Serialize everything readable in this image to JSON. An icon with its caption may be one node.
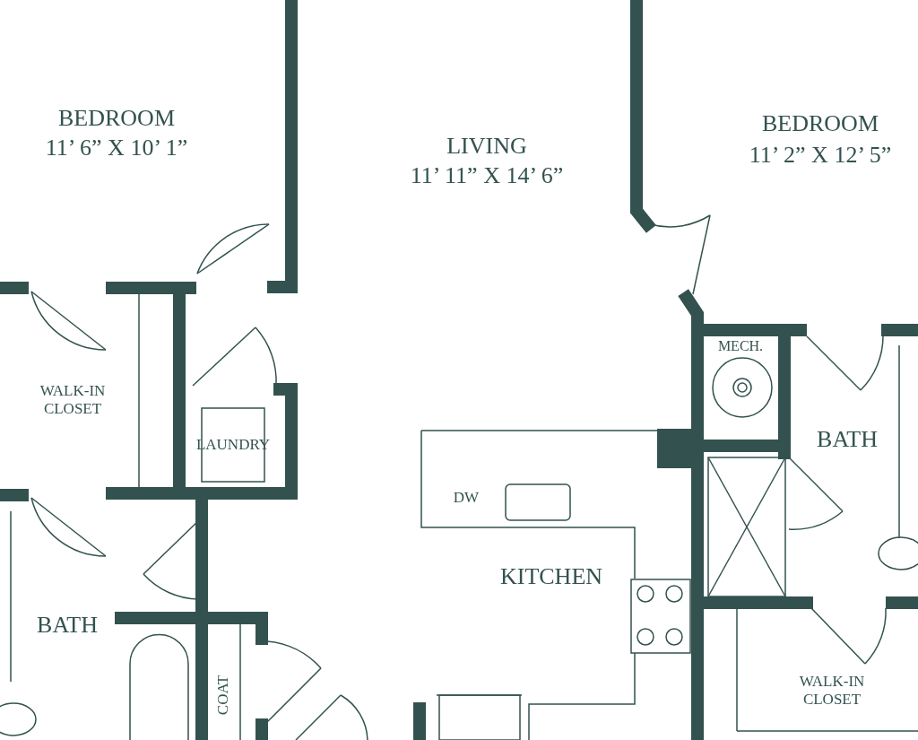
{
  "diagram": {
    "labels": [
      "BEDROOM",
      "11’ 6” X 10’ 1”",
      "LIVING",
      "11’ 11” X 14’ 6”",
      "BEDROOM",
      "11’ 2” X 12’ 5”",
      "MECH.",
      "WALK-IN CLOSET",
      "LAUNDRY",
      "BATH",
      "DW",
      "KITCHEN",
      "BATH",
      "COAT",
      "WALK-IN CLOSET"
    ]
  }
}
